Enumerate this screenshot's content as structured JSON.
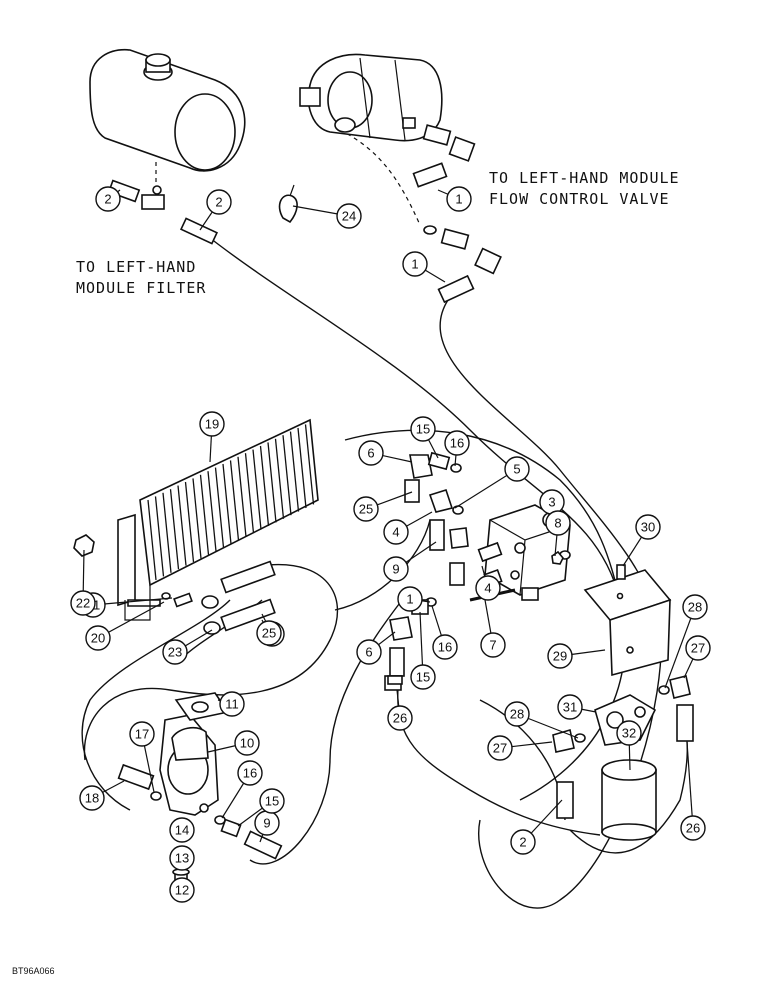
{
  "labels": {
    "left_hand_module_flow_control_1": "TO LEFT-HAND MODULE",
    "left_hand_module_flow_control_2": "FLOW CONTROL VALVE",
    "left_hand_module_filter_1": "TO LEFT-HAND",
    "left_hand_module_filter_2": "MODULE FILTER"
  },
  "drawing_code": "BT96A066",
  "callouts": [
    "1",
    "1",
    "1",
    "2",
    "2",
    "2",
    "3",
    "4",
    "4",
    "5",
    "6",
    "6",
    "7",
    "8",
    "9",
    "9",
    "10",
    "11",
    "12",
    "13",
    "14",
    "15",
    "15",
    "15",
    "16",
    "16",
    "16",
    "17",
    "18",
    "18",
    "19",
    "20",
    "21",
    "22",
    "23",
    "24",
    "25",
    "25",
    "26",
    "26",
    "27",
    "27",
    "28",
    "28",
    "29",
    "30",
    "31",
    "32"
  ]
}
